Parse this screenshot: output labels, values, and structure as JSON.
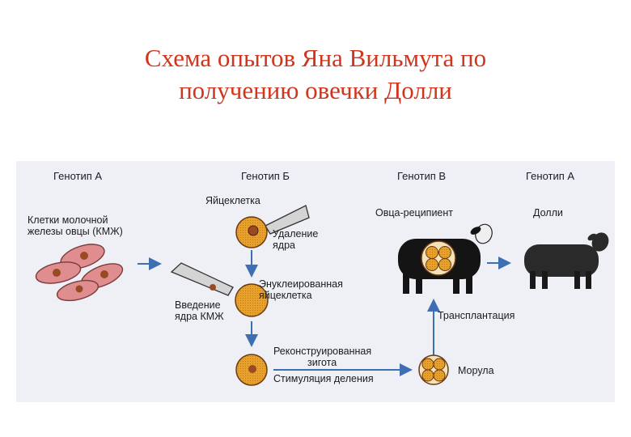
{
  "slide": {
    "title_line1": "Схема опытов Яна Вильмута по",
    "title_line2": "получению овечки Долли"
  },
  "diagram": {
    "genotypes": [
      "Генотип А",
      "Генотип Б",
      "Генотип В",
      "Генотип А"
    ],
    "mammary_cells": [
      "Клетки молочной",
      "железы овцы (КМЖ)"
    ],
    "egg_cell": "Яйцеклетка",
    "nucleus_removal": [
      "Удаление",
      "ядра"
    ],
    "enucleated_egg": [
      "Энуклеированная",
      "яйцеклетка"
    ],
    "nucleus_insertion": [
      "Введение",
      "ядра КМЖ"
    ],
    "reconstructed_zygote": [
      "Реконструированная",
      "зигота"
    ],
    "division_stimulation": "Стимуляция деления",
    "morula": "Морула",
    "transplantation": "Трансплантация",
    "recipient_sheep": "Овца-реципиент",
    "dolly": "Долли"
  },
  "colors": {
    "title": "#d0361d",
    "arrow": "#3f6fb3",
    "cell_fill": "#e8a22c",
    "cell_nucleus": "#9a4a22",
    "mammary_cell": "#df8d8f",
    "pipette": "#d4d4d4",
    "sheep": "#141414"
  }
}
